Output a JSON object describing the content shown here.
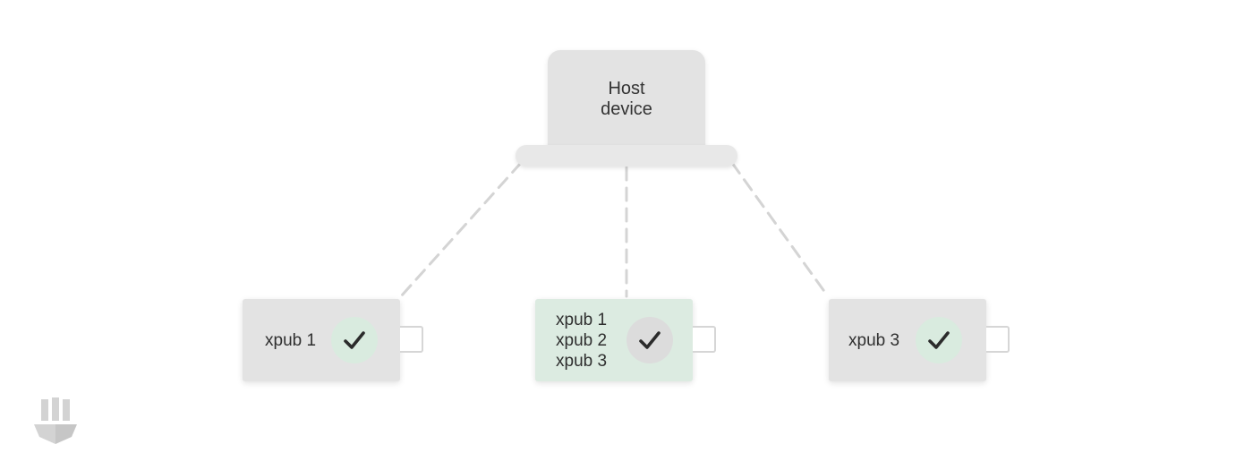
{
  "host": {
    "label_line1": "Host",
    "label_line2": "device"
  },
  "devices": [
    {
      "lines": [
        "xpub 1"
      ],
      "highlight": false,
      "status": "check-icon"
    },
    {
      "lines": [
        "xpub 1",
        "xpub 2",
        "xpub 3"
      ],
      "highlight": true,
      "status": "check-icon"
    },
    {
      "lines": [
        "xpub 3"
      ],
      "highlight": false,
      "status": "check-icon"
    }
  ],
  "colors": {
    "device_grey": "#e3e3e3",
    "device_green": "#dcebe1",
    "check_badge_green": "#d9ebdf",
    "check_badge_grey": "#dcdcdc",
    "check_mark": "#2b2b2b",
    "connector_line": "#d4d4d4"
  },
  "logo": {
    "icon": "brand-logo-icon"
  }
}
